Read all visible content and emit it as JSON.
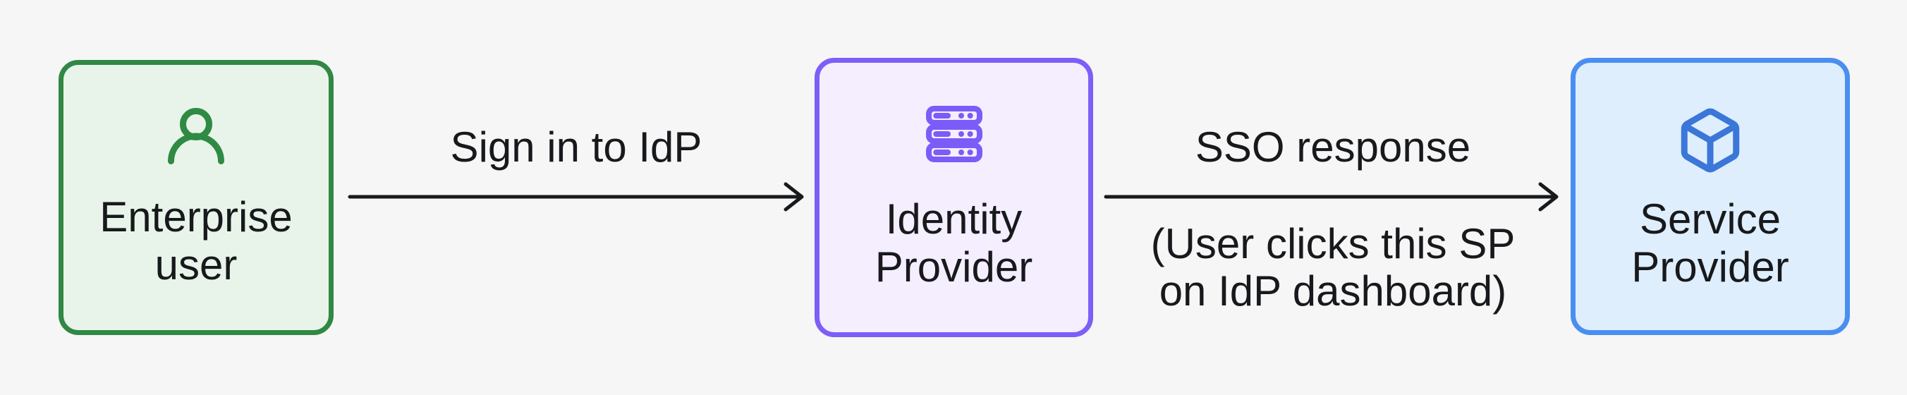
{
  "diagram": {
    "nodes": [
      {
        "id": "enterprise-user",
        "lines": [
          "Enterprise",
          "user"
        ],
        "icon": "user-icon",
        "theme": "green"
      },
      {
        "id": "identity-provider",
        "lines": [
          "Identity",
          "Provider"
        ],
        "icon": "server-icon",
        "theme": "purple"
      },
      {
        "id": "service-provider",
        "lines": [
          "Service",
          "Provider"
        ],
        "icon": "cube-icon",
        "theme": "blue"
      }
    ],
    "edges": [
      {
        "from": "enterprise-user",
        "to": "identity-provider",
        "label": "Sign in to IdP"
      },
      {
        "from": "identity-provider",
        "to": "service-provider",
        "label": "SSO response",
        "note_lines": [
          "(User clicks this SP",
          "on IdP dashboard)"
        ]
      }
    ]
  },
  "colors": {
    "background": "#f5f6f5",
    "text": "#17191c",
    "arrow": "#17191c",
    "node_green_border": "#318744",
    "node_green_fill": "#e8f4e9",
    "node_green_icon": "#2f8a43",
    "node_purple_border": "#7d5ef8",
    "node_purple_fill": "#f4eefe",
    "node_purple_icon": "#7c5cf8",
    "node_blue_border": "#4a8ef2",
    "node_blue_fill": "#dfeefc",
    "node_blue_icon": "#3b76d9"
  }
}
